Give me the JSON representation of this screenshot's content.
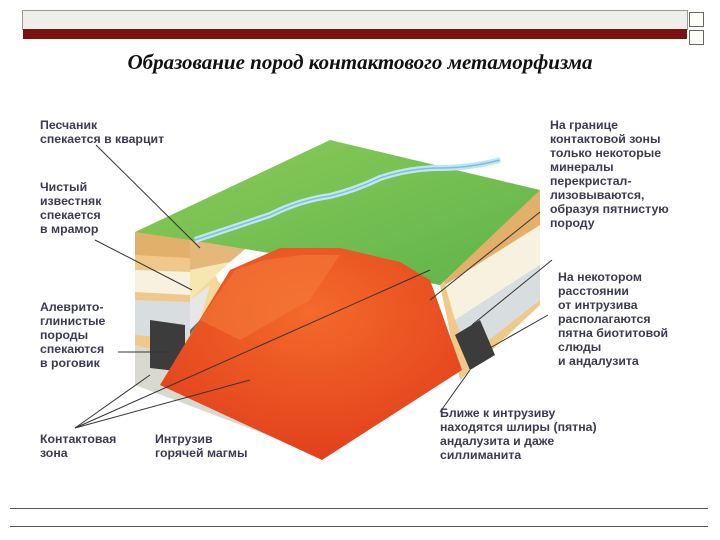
{
  "slide": {
    "title": "Образование пород контактового метаморфизма"
  },
  "labels": {
    "sandstone": "Песчаник\nспекается в кварцит",
    "limestone": "Чистый\nизвестняк\nспекается\nв мрамор",
    "siltstone": "Алеврито-\nглинистые\nпороды\nспекаются\nв роговик",
    "contact_zone": "Контактовая\nзона",
    "intrusion": "Интрузив\nгорячей магмы",
    "boundary": "На границе\nконтактовой зоны\nтолько некоторые\nминералы\nперекристал-\nлизовываются,\nобразуя пятнистую\nпороду",
    "distance": "На некотором\nрасстоянии\nот интрузива\nрасполагаются\nпятна биотитовой\nслюды\nи андалузита",
    "closer": "Ближе к интрузиву\nнаходятся шлиры (пятна)\nандалузита и даже\nсиллиманита"
  },
  "colors": {
    "header_bar": "#7a1212",
    "label_text": "#3b3b4f",
    "magma": "#e8401a",
    "grass": "#6cbf4a",
    "river": "#bfe6f5"
  }
}
